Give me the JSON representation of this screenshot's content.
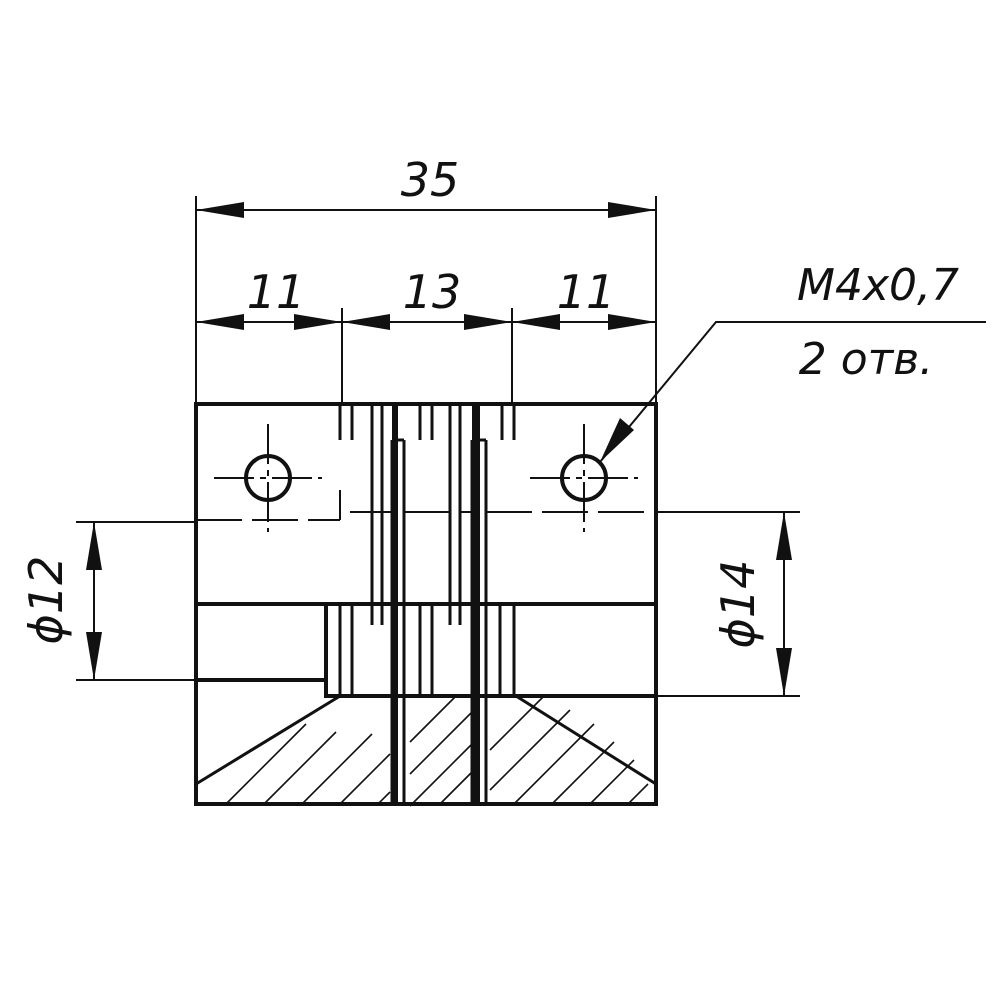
{
  "dimensions": {
    "overall_length": "35",
    "left_hub_length": "11",
    "middle_length": "13",
    "right_hub_length": "11",
    "left_bore_diameter": "ϕ12",
    "right_bore_diameter": "ϕ14"
  },
  "thread_note": {
    "spec": "M4x0,7",
    "count": "2 отв."
  }
}
